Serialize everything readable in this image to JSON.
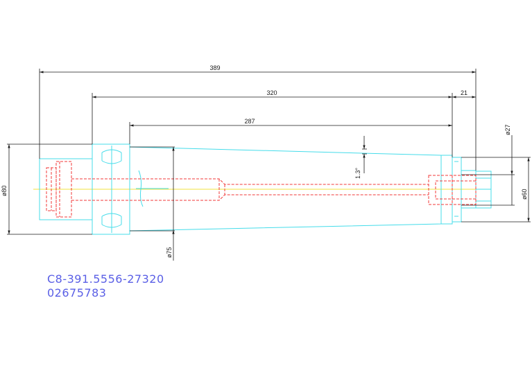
{
  "drawing": {
    "dimensions": {
      "overall_length": "389",
      "taper_length": "320",
      "flange_length": "21",
      "bore_depth": "287",
      "dia_flange": "ø80",
      "dia_taper_large": "ø75",
      "dia_pilot": "ø27",
      "dia_end": "ø60",
      "taper_angle": "1.3°"
    },
    "part_number": "C8-391.5556-27320",
    "item_code": "02675783",
    "colors": {
      "outline": "#44dcea",
      "hidden": "#f03a3a",
      "centerline": "#f2e23c",
      "dimension": "#1a1a1a",
      "label": "#5a5fe6",
      "background": "#ffffff"
    }
  }
}
